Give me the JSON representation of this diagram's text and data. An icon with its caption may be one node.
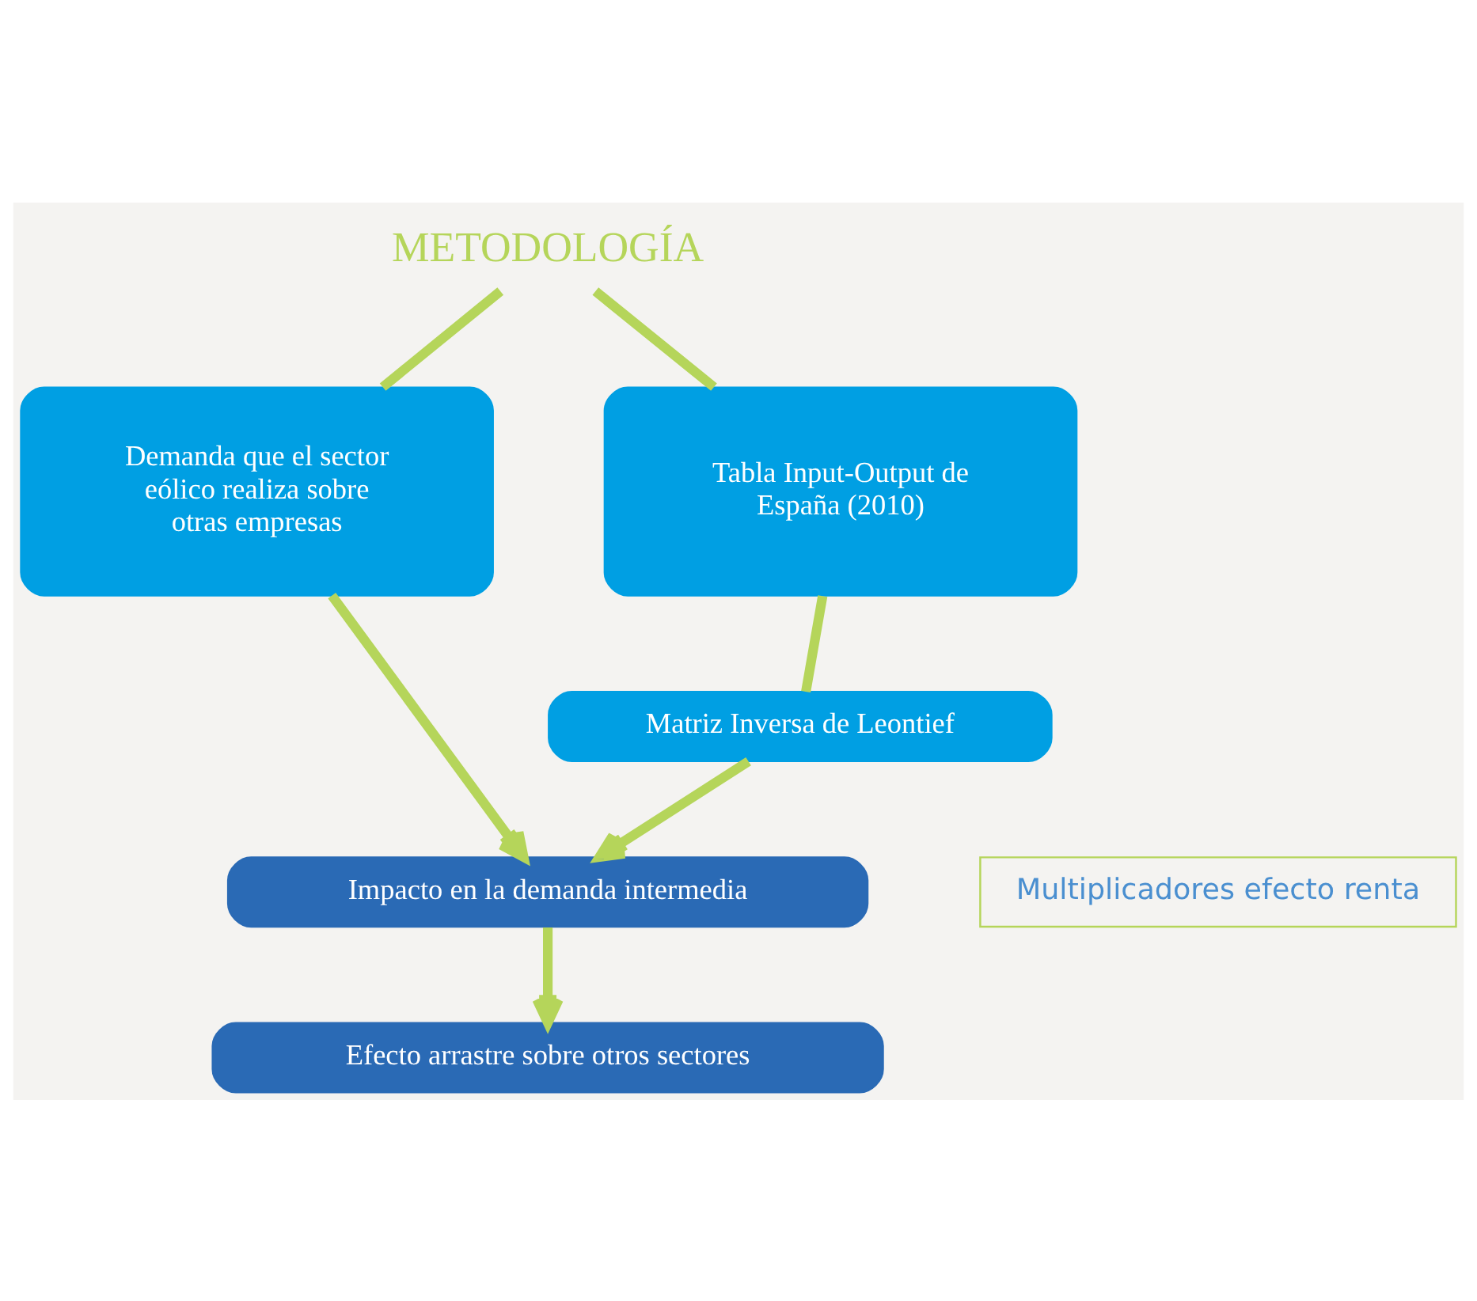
{
  "diagram": {
    "nodes": [
      {
        "text": [
          "METODOLOGÍA"
        ]
      },
      {
        "text": [
          "Demanda que el sector eólico realiza sobre otras empresas"
        ]
      },
      {
        "text": [
          "Tabla Input-Output de España (2010)"
        ]
      },
      {
        "text": [
          "Matriz Inversa de Leontief"
        ]
      },
      {
        "text": [
          "Impacto en la demanda intermedia"
        ]
      },
      {
        "text": [
          "Multiplicadores efecto renta"
        ]
      },
      {
        "text": [
          "Efecto arrastre sobre otros sectores"
        ]
      }
    ],
    "edges": [
      {
        "from": 0,
        "to": 1,
        "arrow": "none"
      },
      {
        "from": 0,
        "to": 2,
        "arrow": "none"
      },
      {
        "from": 2,
        "to": 3,
        "arrow": "none"
      },
      {
        "from": 1,
        "to": 4,
        "arrow": "to"
      },
      {
        "from": 3,
        "to": 4,
        "arrow": "to"
      },
      {
        "from": 4,
        "to": 6,
        "arrow": "to"
      }
    ]
  }
}
